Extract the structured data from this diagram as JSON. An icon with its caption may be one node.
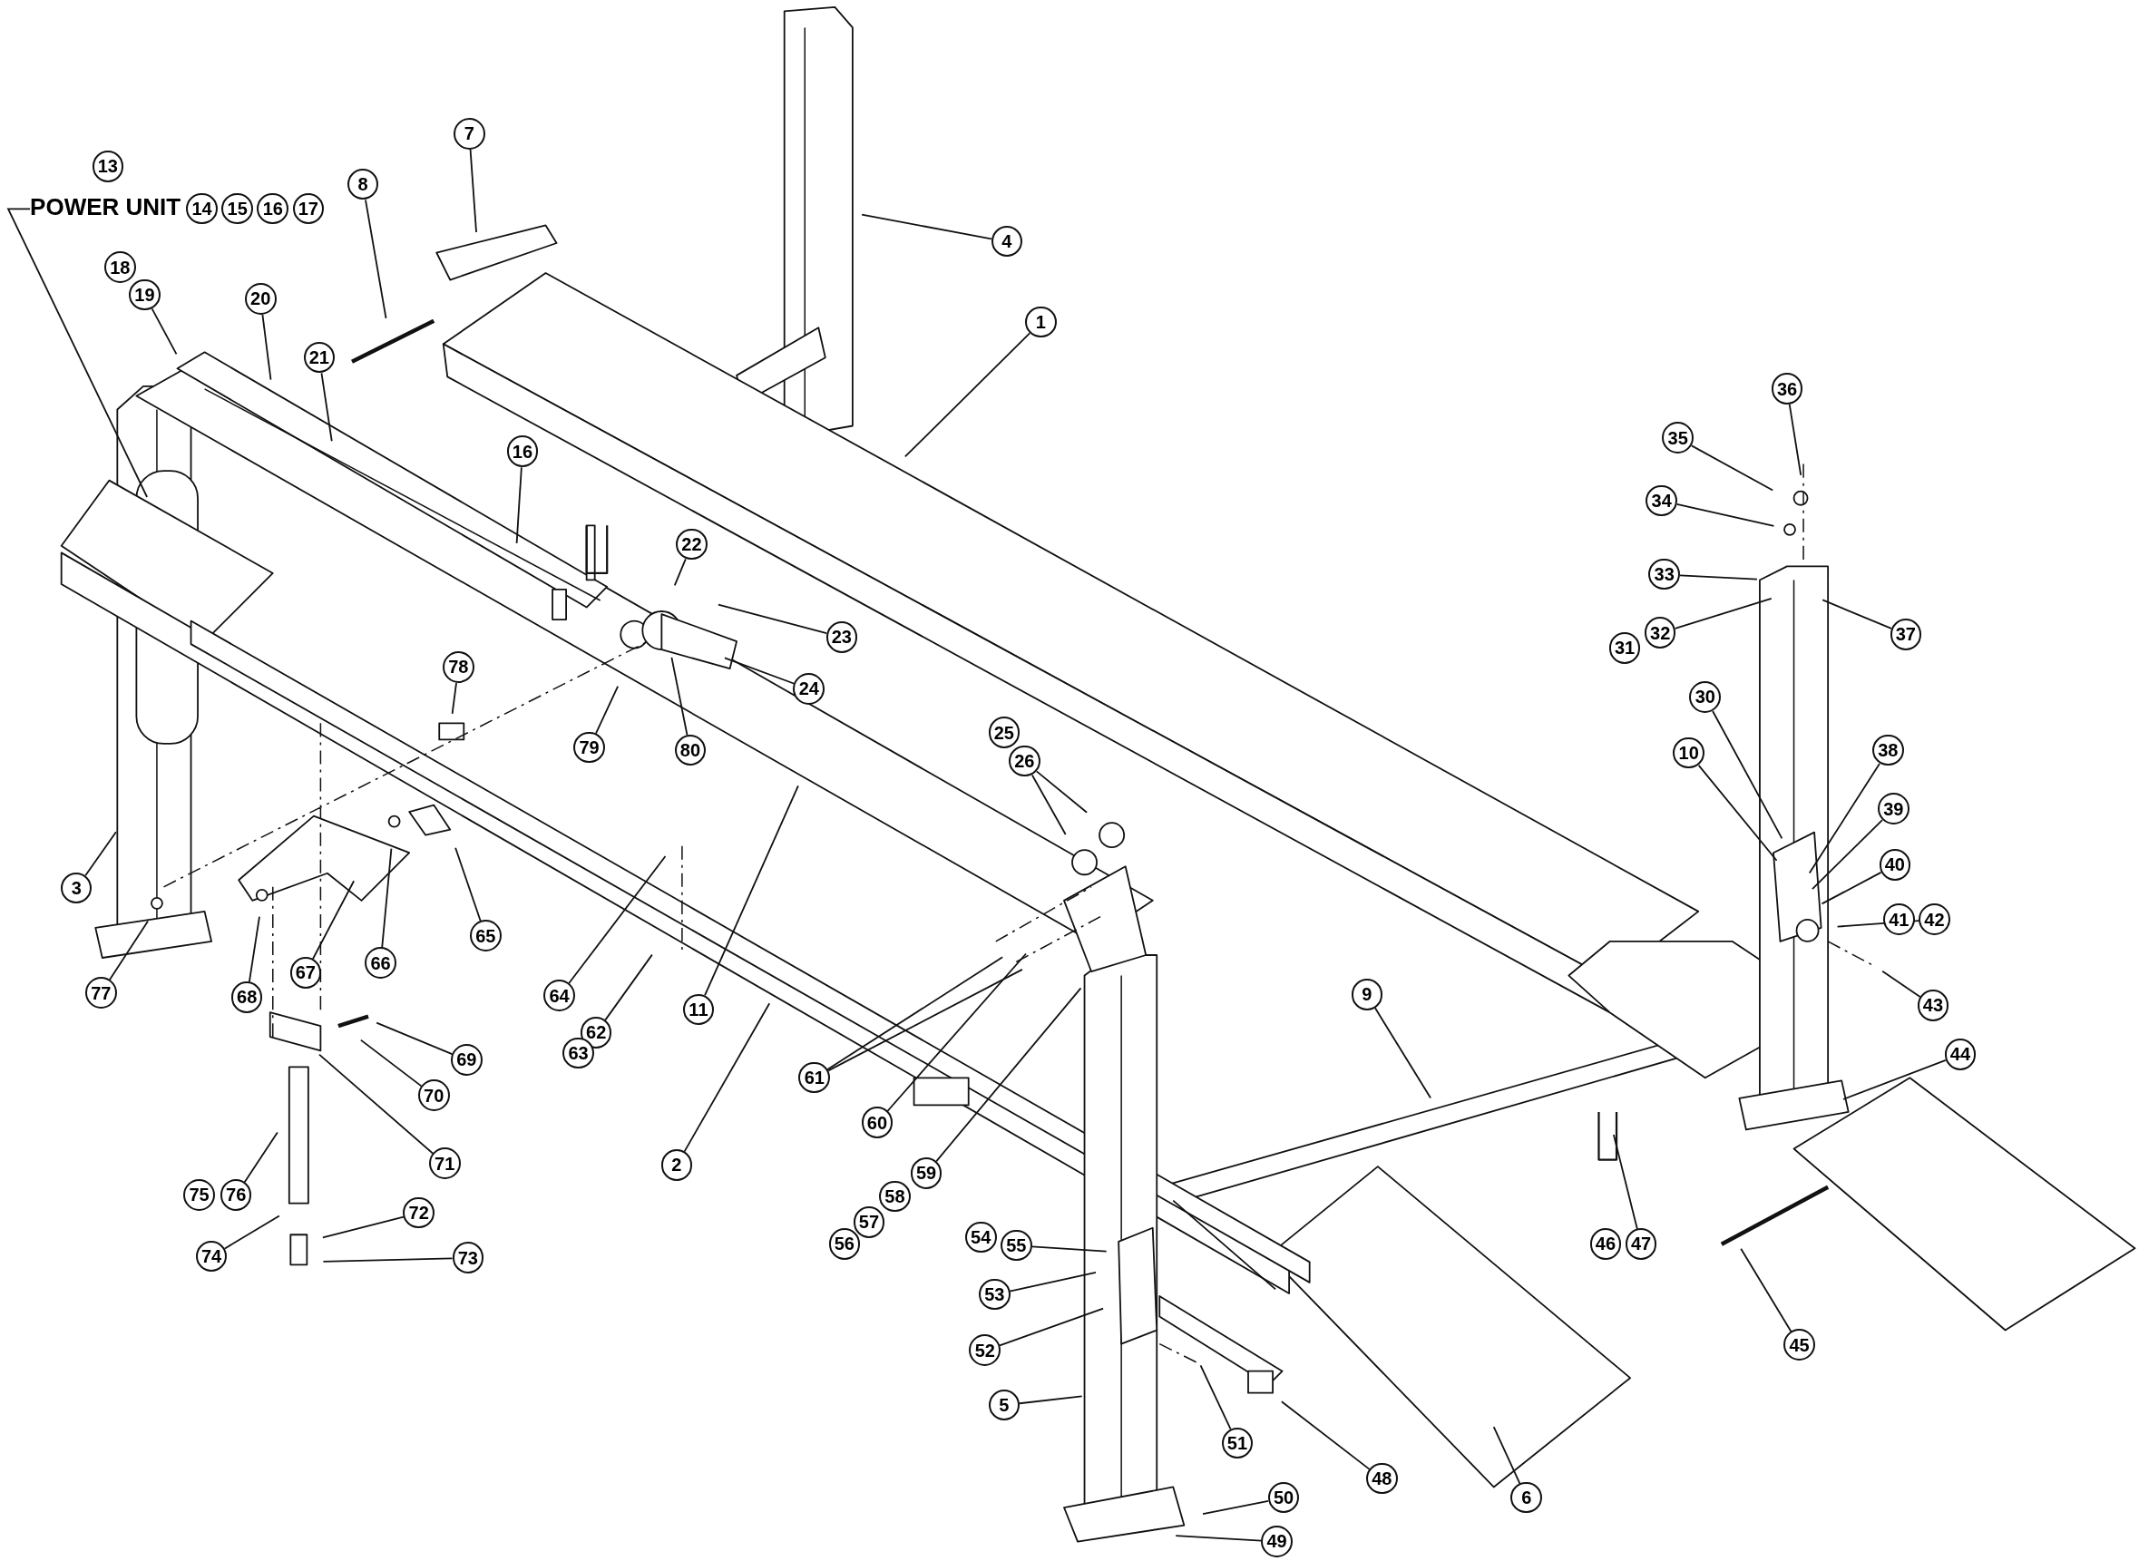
{
  "diagram": {
    "nodes": [
      {
        "text": [
          "13"
        ]
      },
      {
        "text": [
          "POWER UNIT"
        ]
      },
      {
        "text": [
          "14"
        ]
      },
      {
        "text": [
          "15"
        ]
      },
      {
        "text": [
          "16"
        ]
      },
      {
        "text": [
          "17"
        ]
      },
      {
        "text": [
          "7"
        ]
      },
      {
        "text": [
          "8"
        ]
      },
      {
        "text": [
          "4"
        ]
      },
      {
        "text": [
          "18"
        ]
      },
      {
        "text": [
          "19"
        ]
      },
      {
        "text": [
          "20"
        ]
      },
      {
        "text": [
          "1"
        ]
      },
      {
        "text": [
          "21"
        ]
      },
      {
        "text": [
          "36"
        ]
      },
      {
        "text": [
          "35"
        ]
      },
      {
        "text": [
          "16"
        ]
      },
      {
        "text": [
          "34"
        ]
      },
      {
        "text": [
          "22"
        ]
      },
      {
        "text": [
          "33"
        ]
      },
      {
        "text": [
          "23"
        ]
      },
      {
        "text": [
          "37"
        ]
      },
      {
        "text": [
          "32"
        ]
      },
      {
        "text": [
          "31"
        ]
      },
      {
        "text": [
          "24"
        ]
      },
      {
        "text": [
          "78"
        ]
      },
      {
        "text": [
          "30"
        ]
      },
      {
        "text": [
          "79"
        ]
      },
      {
        "text": [
          "80"
        ]
      },
      {
        "text": [
          "25"
        ]
      },
      {
        "text": [
          "38"
        ]
      },
      {
        "text": [
          "10"
        ]
      },
      {
        "text": [
          "26"
        ]
      },
      {
        "text": [
          "39"
        ]
      },
      {
        "text": [
          "40"
        ]
      },
      {
        "text": [
          "3"
        ]
      },
      {
        "text": [
          "65"
        ]
      },
      {
        "text": [
          "41"
        ]
      },
      {
        "text": [
          "42"
        ]
      },
      {
        "text": [
          "77"
        ]
      },
      {
        "text": [
          "68"
        ]
      },
      {
        "text": [
          "67"
        ]
      },
      {
        "text": [
          "66"
        ]
      },
      {
        "text": [
          "64"
        ]
      },
      {
        "text": [
          "11"
        ]
      },
      {
        "text": [
          "9"
        ]
      },
      {
        "text": [
          "43"
        ]
      },
      {
        "text": [
          "62"
        ]
      },
      {
        "text": [
          "63"
        ]
      },
      {
        "text": [
          "44"
        ]
      },
      {
        "text": [
          "69"
        ]
      },
      {
        "text": [
          "61"
        ]
      },
      {
        "text": [
          "70"
        ]
      },
      {
        "text": [
          "60"
        ]
      },
      {
        "text": [
          "2"
        ]
      },
      {
        "text": [
          "71"
        ]
      },
      {
        "text": [
          "59"
        ]
      },
      {
        "text": [
          "75"
        ]
      },
      {
        "text": [
          "76"
        ]
      },
      {
        "text": [
          "58"
        ]
      },
      {
        "text": [
          "74"
        ]
      },
      {
        "text": [
          "72"
        ]
      },
      {
        "text": [
          "57"
        ]
      },
      {
        "text": [
          "46"
        ]
      },
      {
        "text": [
          "47"
        ]
      },
      {
        "text": [
          "56"
        ]
      },
      {
        "text": [
          "54"
        ]
      },
      {
        "text": [
          "55"
        ]
      },
      {
        "text": [
          "73"
        ]
      },
      {
        "text": [
          "53"
        ]
      },
      {
        "text": [
          "45"
        ]
      },
      {
        "text": [
          "52"
        ]
      },
      {
        "text": [
          "5"
        ]
      },
      {
        "text": [
          "51"
        ]
      },
      {
        "text": [
          "48"
        ]
      },
      {
        "text": [
          "6"
        ]
      },
      {
        "text": [
          "50"
        ]
      },
      {
        "text": [
          "49"
        ]
      }
    ],
    "edges": [
      {
        "from": 1,
        "to": null,
        "arrow": "none"
      },
      {
        "from": 10,
        "to": null,
        "arrow": "none"
      },
      {
        "from": 11,
        "to": null,
        "arrow": "none"
      },
      {
        "from": 13,
        "to": null,
        "arrow": "none"
      },
      {
        "from": 6,
        "to": null,
        "arrow": "none"
      },
      {
        "from": 7,
        "to": null,
        "arrow": "none"
      },
      {
        "from": 8,
        "to": null,
        "arrow": "none"
      },
      {
        "from": 12,
        "to": null,
        "arrow": "none"
      },
      {
        "from": 16,
        "to": null,
        "arrow": "none"
      },
      {
        "from": 18,
        "to": null,
        "arrow": "none"
      },
      {
        "from": 20,
        "to": null,
        "arrow": "none"
      },
      {
        "from": 24,
        "to": null,
        "arrow": "none"
      },
      {
        "from": 27,
        "to": null,
        "arrow": "none"
      },
      {
        "from": 28,
        "to": null,
        "arrow": "none"
      },
      {
        "from": 25,
        "to": null,
        "arrow": "none"
      },
      {
        "from": 44,
        "to": null,
        "arrow": "none"
      },
      {
        "from": 54,
        "to": null,
        "arrow": "none"
      },
      {
        "from": 43,
        "to": null,
        "arrow": "none"
      },
      {
        "from": 47,
        "to": null,
        "arrow": "none"
      },
      {
        "from": 36,
        "to": null,
        "arrow": "none"
      },
      {
        "from": 42,
        "to": null,
        "arrow": "none"
      },
      {
        "from": 41,
        "to": null,
        "arrow": "none"
      },
      {
        "from": 40,
        "to": null,
        "arrow": "none"
      },
      {
        "from": 39,
        "to": null,
        "arrow": "none"
      },
      {
        "from": 35,
        "to": null,
        "arrow": "none"
      },
      {
        "from": 50,
        "to": null,
        "arrow": "none"
      },
      {
        "from": 52,
        "to": null,
        "arrow": "none"
      },
      {
        "from": 55,
        "to": null,
        "arrow": "none"
      },
      {
        "from": 58,
        "to": null,
        "arrow": "none"
      },
      {
        "from": 60,
        "to": null,
        "arrow": "none"
      },
      {
        "from": 61,
        "to": null,
        "arrow": "none"
      },
      {
        "from": 68,
        "to": null,
        "arrow": "none"
      },
      {
        "from": 32,
        "to": null,
        "arrow": "none"
      },
      {
        "from": 32,
        "to": null,
        "arrow": "none"
      },
      {
        "from": 51,
        "to": null,
        "arrow": "none"
      },
      {
        "from": 51,
        "to": null,
        "arrow": "none"
      },
      {
        "from": 53,
        "to": null,
        "arrow": "none"
      },
      {
        "from": 56,
        "to": null,
        "arrow": "none"
      },
      {
        "from": 45,
        "to": null,
        "arrow": "none"
      },
      {
        "from": 31,
        "to": null,
        "arrow": "none"
      },
      {
        "from": 26,
        "to": null,
        "arrow": "none"
      },
      {
        "from": 30,
        "to": null,
        "arrow": "none"
      },
      {
        "from": 33,
        "to": null,
        "arrow": "none"
      },
      {
        "from": 34,
        "to": null,
        "arrow": "none"
      },
      {
        "from": 38,
        "to": null,
        "arrow": "none"
      },
      {
        "from": 46,
        "to": null,
        "arrow": "none"
      },
      {
        "from": 14,
        "to": null,
        "arrow": "none"
      },
      {
        "from": 15,
        "to": null,
        "arrow": "none"
      },
      {
        "from": 17,
        "to": null,
        "arrow": "none"
      },
      {
        "from": 19,
        "to": null,
        "arrow": "none"
      },
      {
        "from": 22,
        "to": null,
        "arrow": "none"
      },
      {
        "from": 21,
        "to": null,
        "arrow": "none"
      },
      {
        "from": 49,
        "to": null,
        "arrow": "none"
      },
      {
        "from": 70,
        "to": null,
        "arrow": "none"
      },
      {
        "from": 64,
        "to": null,
        "arrow": "none"
      },
      {
        "from": 67,
        "to": null,
        "arrow": "none"
      },
      {
        "from": 69,
        "to": null,
        "arrow": "none"
      },
      {
        "from": 71,
        "to": null,
        "arrow": "none"
      },
      {
        "from": 73,
        "to": null,
        "arrow": "none"
      },
      {
        "from": 74,
        "to": null,
        "arrow": "none"
      },
      {
        "from": 72,
        "to": null,
        "arrow": "none"
      },
      {
        "from": 75,
        "to": null,
        "arrow": "none"
      },
      {
        "from": 76,
        "to": null,
        "arrow": "none"
      },
      {
        "from": 77,
        "to": null,
        "arrow": "none"
      }
    ]
  }
}
